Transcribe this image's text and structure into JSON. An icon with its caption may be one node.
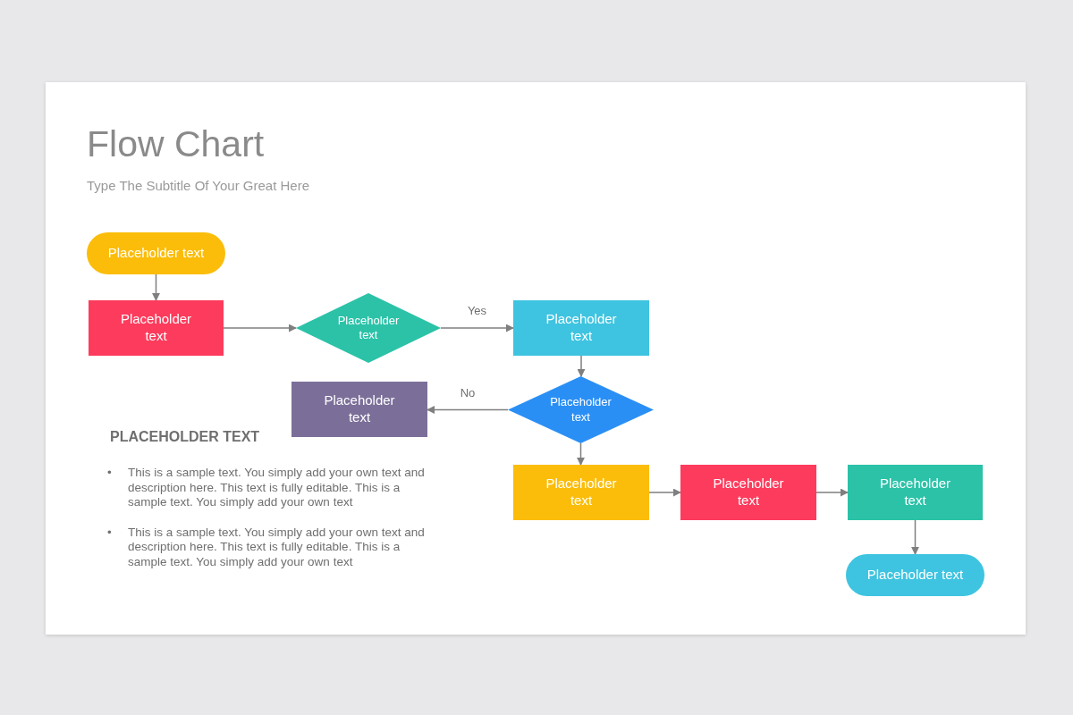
{
  "diagram": {
    "title": "Flow Chart",
    "nodes": [
      {
        "text": [
          "Placeholder text"
        ]
      },
      {
        "text": [
          "Placeholder text"
        ]
      },
      {
        "text": [
          "Placeholder text"
        ]
      },
      {
        "text": [
          "Placeholder text"
        ]
      },
      {
        "text": [
          "Placeholder text"
        ]
      },
      {
        "text": [
          "Placeholder text"
        ]
      },
      {
        "text": [
          "Placeholder text"
        ]
      },
      {
        "text": [
          "Placeholder text"
        ]
      },
      {
        "text": [
          "Placeholder text"
        ]
      },
      {
        "text": [
          "Placeholder text"
        ]
      }
    ],
    "edges": [
      {
        "from": 0,
        "to": 1,
        "arrow": "to"
      },
      {
        "from": 1,
        "to": 2,
        "arrow": "to"
      },
      {
        "from": 2,
        "to": 3,
        "arrow": "to",
        "label": "Yes"
      },
      {
        "from": 3,
        "to": 4,
        "arrow": "to"
      },
      {
        "from": 4,
        "to": 5,
        "arrow": "to",
        "label": "No"
      },
      {
        "from": 4,
        "to": 6,
        "arrow": "to"
      },
      {
        "from": 6,
        "to": 7,
        "arrow": "to"
      },
      {
        "from": 7,
        "to": 8,
        "arrow": "to"
      },
      {
        "from": 8,
        "to": 9,
        "arrow": "to"
      }
    ],
    "labels": [
      "Type The Subtitle Of Your Great Here",
      "PLACEHOLDER TEXT",
      "•",
      "This is a sample text. You simply add your own text and description here. This text is fully editable. This is a sample text. You simply add your own text",
      "•",
      "This is a sample text. You simply add your own text and description here. This text is fully editable. This is a sample text. You simply add your own text"
    ]
  }
}
